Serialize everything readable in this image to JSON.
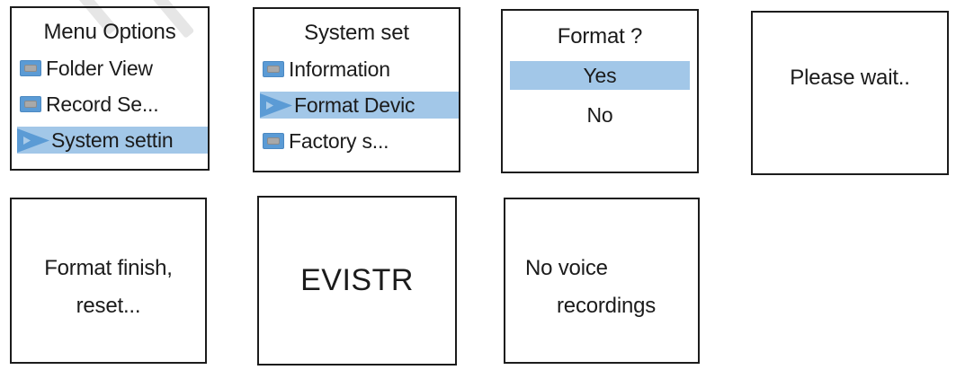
{
  "palette": {
    "highlight_blue": "#a2c7e8",
    "icon_blue": "#5b9bd5",
    "icon_inner_gray": "#a9a9a9",
    "border_black": "#1c1c1c",
    "text_black": "#1b1b1b",
    "watermark_gray": "#e6e6e6"
  },
  "screens": {
    "menu_options": {
      "title": "Menu Options",
      "items": [
        {
          "label": "Folder View",
          "icon": "menu-square-icon",
          "selected": false
        },
        {
          "label": "Record Se...",
          "icon": "menu-square-icon",
          "selected": false
        },
        {
          "label": "System settin",
          "icon": "cursor-arrow-icon",
          "selected": true
        }
      ]
    },
    "system_set": {
      "title": "System set",
      "items": [
        {
          "label": "Information",
          "icon": "menu-square-icon",
          "selected": false
        },
        {
          "label": "Format Devic",
          "icon": "cursor-arrow-icon",
          "selected": true
        },
        {
          "label": "Factory s...",
          "icon": "menu-square-icon",
          "selected": false
        }
      ]
    },
    "format_confirm": {
      "title": "Format ?",
      "options": [
        {
          "label": "Yes",
          "selected": true
        },
        {
          "label": "No",
          "selected": false
        }
      ]
    },
    "please_wait": {
      "message": "Please wait.."
    },
    "format_finish": {
      "line1": "Format finish,",
      "line2": "reset..."
    },
    "brand": {
      "logo_text": "EVISTR"
    },
    "no_recordings": {
      "line1": "No voice",
      "line2": "recordings"
    }
  }
}
